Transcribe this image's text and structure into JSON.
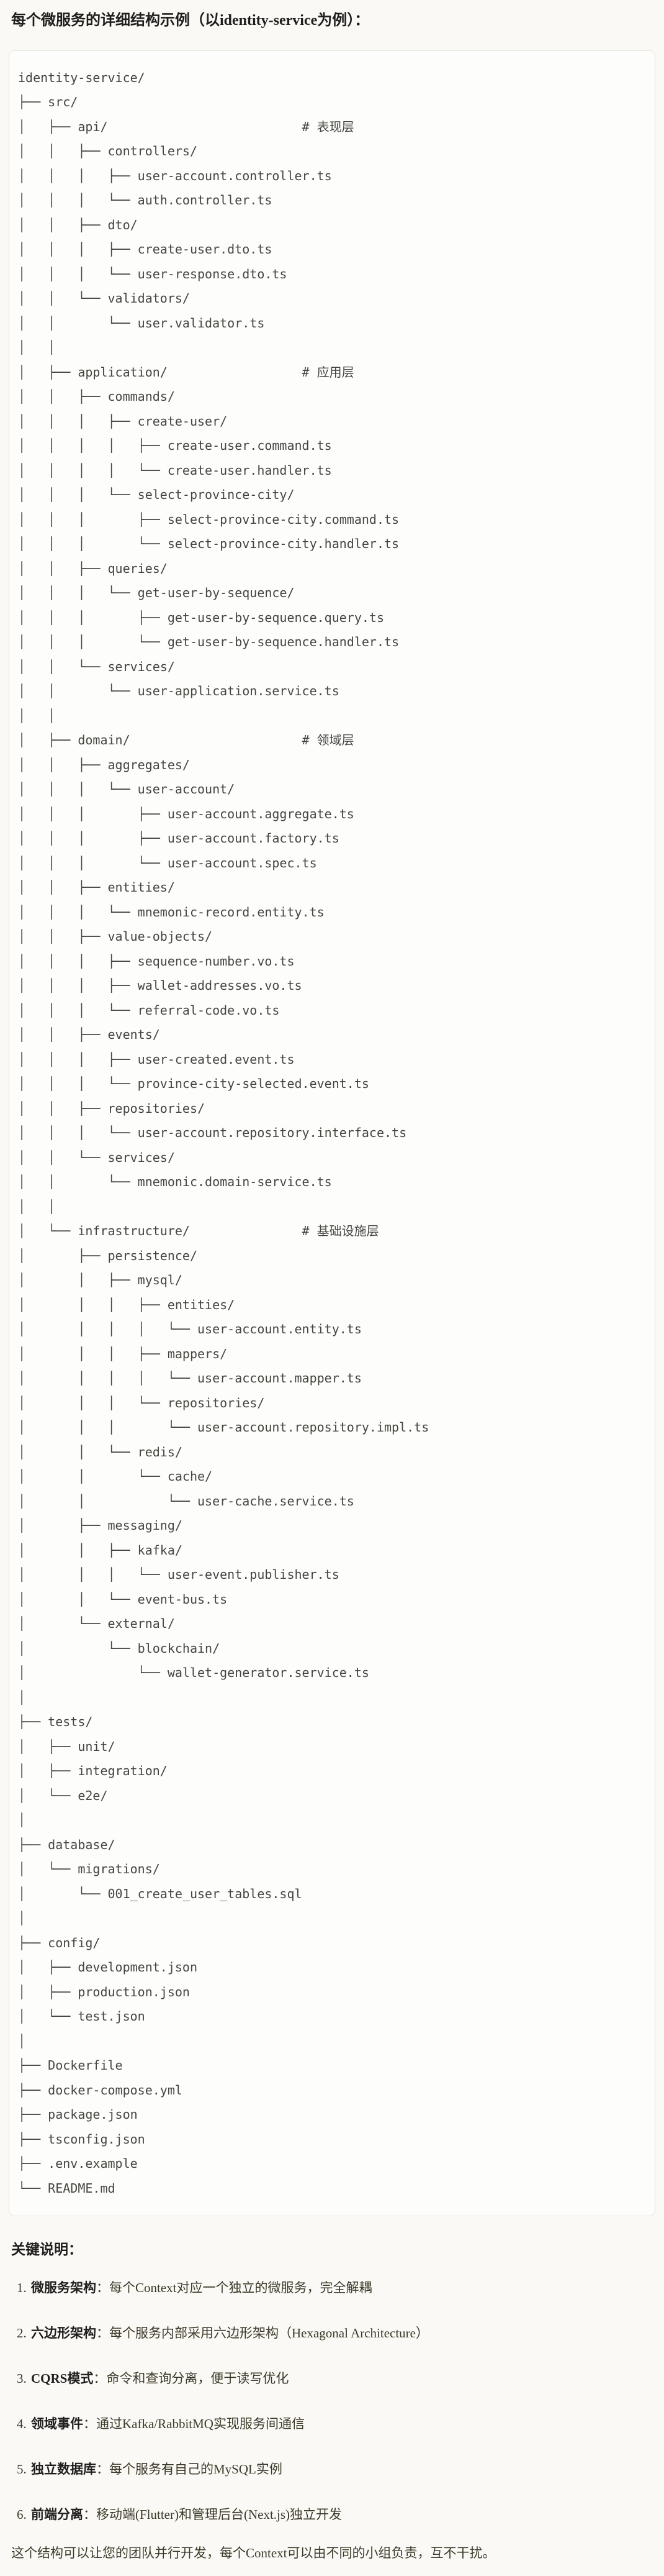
{
  "page": {
    "title": "每个微服务的详细结构示例（以identity-service为例）："
  },
  "tree_lines": [
    "identity-service/",
    "├── src/",
    "│   ├── api/                          # 表现层",
    "│   │   ├── controllers/",
    "│   │   │   ├── user-account.controller.ts",
    "│   │   │   └── auth.controller.ts",
    "│   │   ├── dto/",
    "│   │   │   ├── create-user.dto.ts",
    "│   │   │   └── user-response.dto.ts",
    "│   │   └── validators/",
    "│   │       └── user.validator.ts",
    "│   │",
    "│   ├── application/                  # 应用层",
    "│   │   ├── commands/",
    "│   │   │   ├── create-user/",
    "│   │   │   │   ├── create-user.command.ts",
    "│   │   │   │   └── create-user.handler.ts",
    "│   │   │   └── select-province-city/",
    "│   │   │       ├── select-province-city.command.ts",
    "│   │   │       └── select-province-city.handler.ts",
    "│   │   ├── queries/",
    "│   │   │   └── get-user-by-sequence/",
    "│   │   │       ├── get-user-by-sequence.query.ts",
    "│   │   │       └── get-user-by-sequence.handler.ts",
    "│   │   └── services/",
    "│   │       └── user-application.service.ts",
    "│   │",
    "│   ├── domain/                       # 领域层",
    "│   │   ├── aggregates/",
    "│   │   │   └── user-account/",
    "│   │   │       ├── user-account.aggregate.ts",
    "│   │   │       ├── user-account.factory.ts",
    "│   │   │       └── user-account.spec.ts",
    "│   │   ├── entities/",
    "│   │   │   └── mnemonic-record.entity.ts",
    "│   │   ├── value-objects/",
    "│   │   │   ├── sequence-number.vo.ts",
    "│   │   │   ├── wallet-addresses.vo.ts",
    "│   │   │   └── referral-code.vo.ts",
    "│   │   ├── events/",
    "│   │   │   ├── user-created.event.ts",
    "│   │   │   └── province-city-selected.event.ts",
    "│   │   ├── repositories/",
    "│   │   │   └── user-account.repository.interface.ts",
    "│   │   └── services/",
    "│   │       └── mnemonic.domain-service.ts",
    "│   │",
    "│   └── infrastructure/               # 基础设施层",
    "│       ├── persistence/",
    "│       │   ├── mysql/",
    "│       │   │   ├── entities/",
    "│       │   │   │   └── user-account.entity.ts",
    "│       │   │   ├── mappers/",
    "│       │   │   │   └── user-account.mapper.ts",
    "│       │   │   └── repositories/",
    "│       │   │       └── user-account.repository.impl.ts",
    "│       │   └── redis/",
    "│       │       └── cache/",
    "│       │           └── user-cache.service.ts",
    "│       ├── messaging/",
    "│       │   ├── kafka/",
    "│       │   │   └── user-event.publisher.ts",
    "│       │   └── event-bus.ts",
    "│       └── external/",
    "│           └── blockchain/",
    "│               └── wallet-generator.service.ts",
    "│",
    "├── tests/",
    "│   ├── unit/",
    "│   ├── integration/",
    "│   └── e2e/",
    "│",
    "├── database/",
    "│   └── migrations/",
    "│       └── 001_create_user_tables.sql",
    "│",
    "├── config/",
    "│   ├── development.json",
    "│   ├── production.json",
    "│   └── test.json",
    "│",
    "├── Dockerfile",
    "├── docker-compose.yml",
    "├── package.json",
    "├── tsconfig.json",
    "├── .env.example",
    "└── README.md"
  ],
  "notes": {
    "heading": "关键说明：",
    "items": [
      {
        "term": "微服务架构",
        "rest": "：每个Context对应一个独立的微服务，完全解耦"
      },
      {
        "term": "六边形架构",
        "rest": "：每个服务内部采用六边形架构（Hexagonal Architecture）"
      },
      {
        "term": "CQRS模式",
        "rest": "：命令和查询分离，便于读写优化"
      },
      {
        "term": "领域事件",
        "rest": "：通过Kafka/RabbitMQ实现服务间通信"
      },
      {
        "term": "独立数据库",
        "rest": "：每个服务有自己的MySQL实例"
      },
      {
        "term": "前端分离",
        "rest": "：移动端(Flutter)和管理后台(Next.js)独立开发"
      }
    ],
    "closing": "这个结构可以让您的团队并行开发，每个Context可以由不同的小组负责，互不干扰。"
  },
  "colors": {
    "page_bg": "#FAF9F5",
    "code_bg": "#FDFDFB",
    "code_border": "#E8E5DD",
    "code_text": "#454540",
    "heading_text": "#1F1E1D",
    "body_text": "#3D3929"
  }
}
